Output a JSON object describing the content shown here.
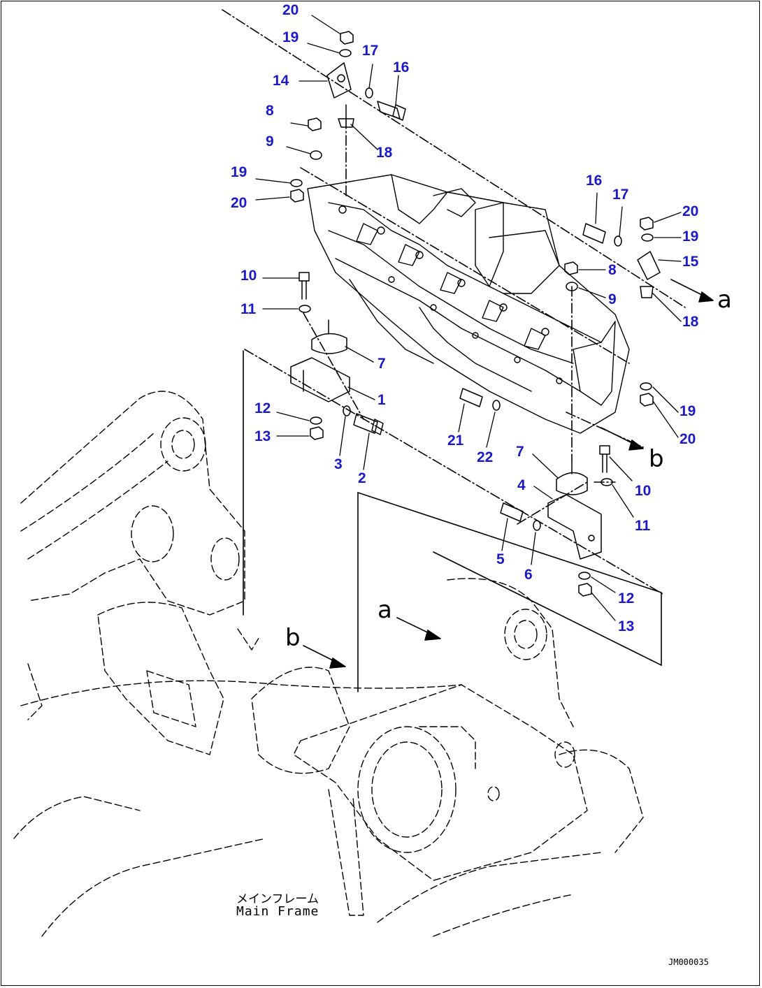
{
  "theme": {
    "callout_color": "#1a1acc",
    "line_color": "#000000",
    "background": "#ffffff"
  },
  "callouts": [
    "20",
    "19",
    "14",
    "17",
    "16",
    "8",
    "9",
    "18",
    "19",
    "20",
    "16",
    "17",
    "20",
    "19",
    "15",
    "8",
    "9",
    "18",
    "10",
    "11",
    "7",
    "1",
    "12",
    "13",
    "3",
    "2",
    "21",
    "22",
    "19",
    "20",
    "7",
    "4",
    "10",
    "11",
    "5",
    "6",
    "12",
    "13"
  ],
  "view_refs": {
    "a1": "a",
    "b1": "b",
    "a2": "a",
    "b2": "b"
  },
  "frame_label": {
    "japanese": "メインフレーム",
    "english": "Main Frame"
  },
  "drawing_code": "JM000035"
}
